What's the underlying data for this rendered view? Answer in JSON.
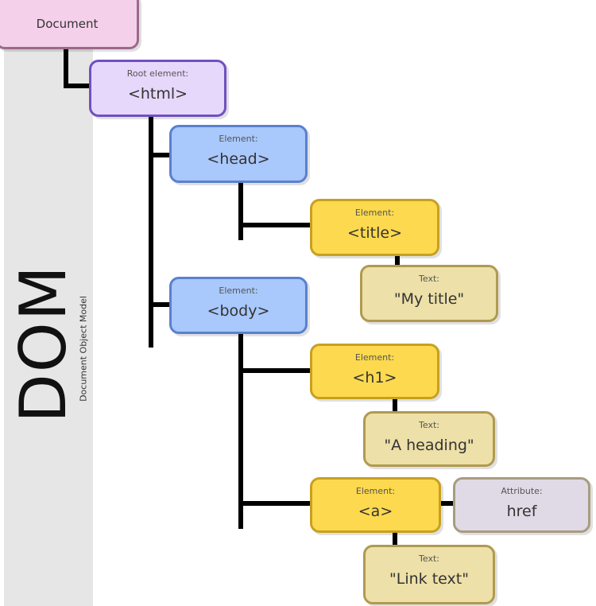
{
  "sidebar": {
    "title": "DOM",
    "subtitle": "Document Object Model"
  },
  "nodes": {
    "document": {
      "label": "Document"
    },
    "root": {
      "kind": "Root element:",
      "value": "<html>"
    },
    "head": {
      "kind": "Element:",
      "value": "<head>"
    },
    "title": {
      "kind": "Element:",
      "value": "<title>"
    },
    "title_text": {
      "kind": "Text:",
      "value": "\"My title\""
    },
    "body": {
      "kind": "Element:",
      "value": "<body>"
    },
    "h1": {
      "kind": "Element:",
      "value": "<h1>"
    },
    "h1_text": {
      "kind": "Text:",
      "value": "\"A heading\""
    },
    "a": {
      "kind": "Element:",
      "value": "<a>"
    },
    "a_attr": {
      "kind": "Attribute:",
      "value": "href"
    },
    "a_text": {
      "kind": "Text:",
      "value": "\"Link text\""
    }
  },
  "colors": {
    "document": "#f5d0ea",
    "root": "#e6d8fb",
    "element_head_body": "#a9c8fb",
    "element": "#fcd94e",
    "text": "#ede0a8",
    "attribute": "#e0dae6"
  }
}
